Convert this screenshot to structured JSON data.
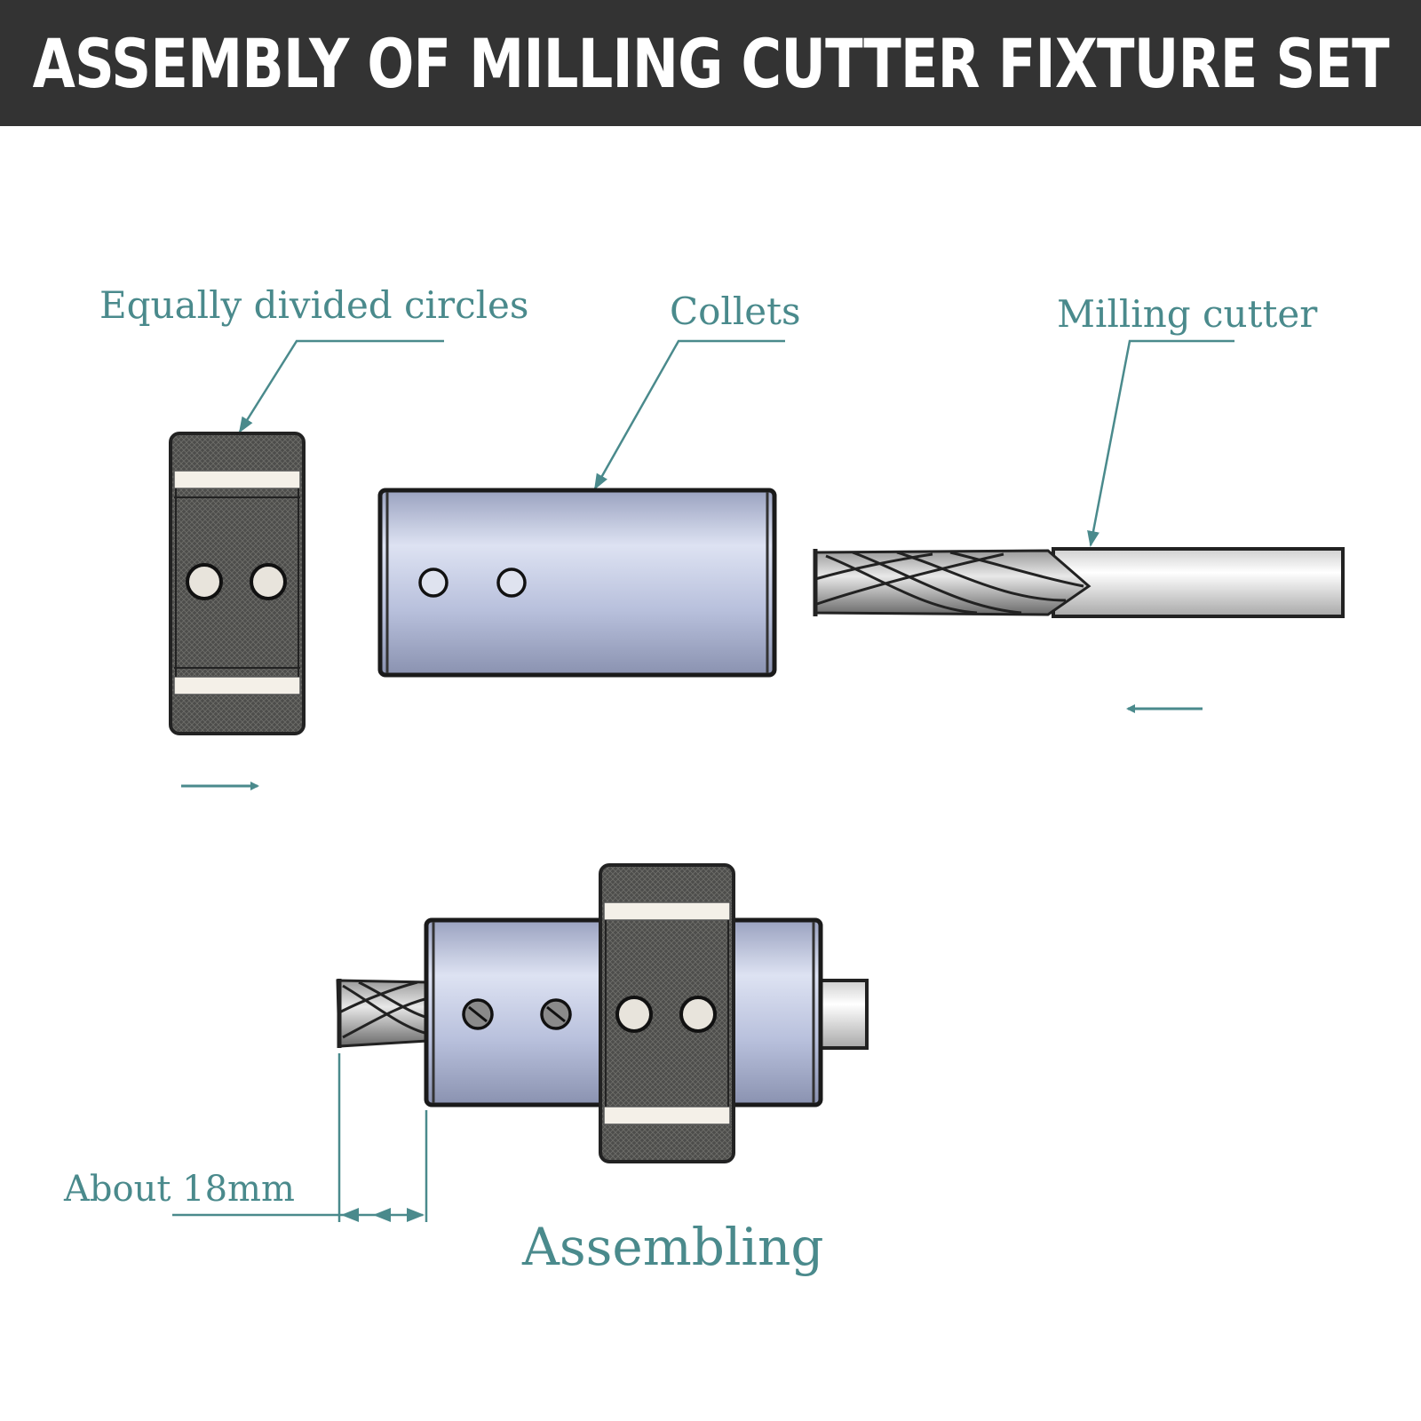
{
  "header": {
    "title": "ASSEMBLY OF MILLING CUTTER FIXTURE SET"
  },
  "labels": {
    "divided_circles": "Equally divided circles",
    "collets": "Collets",
    "milling_cutter": "Milling cutter",
    "distance": "About 18mm",
    "assembling": "Assembling"
  },
  "colors": {
    "accent": "#4a8a8c",
    "banner_bg": "#333333",
    "knurl_dark": "#4a4a4a",
    "collet_blue": "#b4bedc"
  }
}
